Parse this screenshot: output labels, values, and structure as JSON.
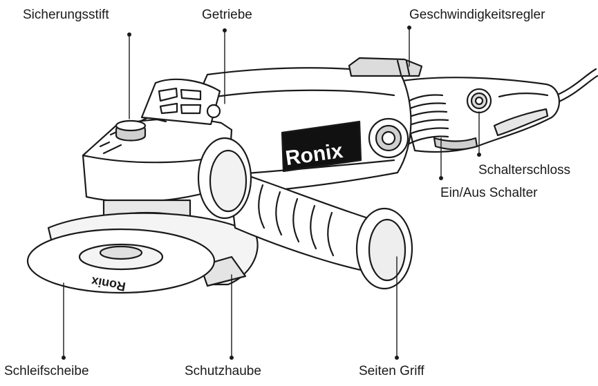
{
  "labels": {
    "sicherungsstift": "Sicherungsstift",
    "getriebe": "Getriebe",
    "geschwindigkeitsregler": "Geschwindigkeitsregler",
    "schalterschloss": "Schalterschloss",
    "ein_aus_schalter": "Ein/Aus Schalter",
    "schleifscheibe": "Schleifscheibe",
    "schutzhaube": "Schutzhaube",
    "seiten_griff": "Seiten Griff"
  },
  "branding": {
    "body_logo": "Ronix",
    "disc_logo": "Ronix"
  }
}
